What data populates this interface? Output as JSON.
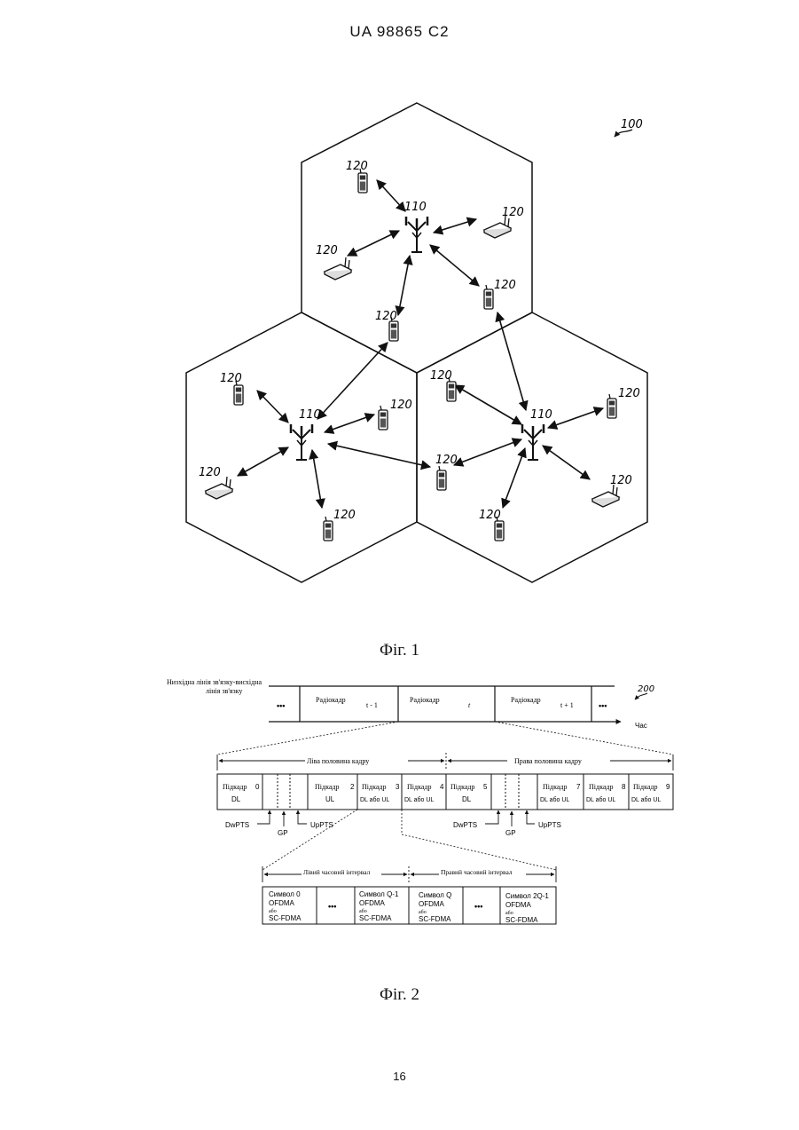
{
  "header": {
    "patent_id": "UA   98865   C2"
  },
  "figure1": {
    "caption": "Фіг. 1",
    "system_ref": "100",
    "base_station_ref": "110",
    "terminal_ref": "120"
  },
  "figure2": {
    "caption": "Фіг. 2",
    "ref": "200",
    "direction_label_line1": "Низхідна лінія зв'язку-висхідна",
    "direction_label_line2": "лінія зв'язку",
    "time_label": "Час",
    "ellipsis": "•••",
    "radio_frames": [
      {
        "label": "Радіокадр",
        "index": "t - 1"
      },
      {
        "label": "Радіокадр",
        "index": "t"
      },
      {
        "label": "Радіокадр",
        "index": "t + 1"
      }
    ],
    "left_half_label": "Ліва половина кадру",
    "right_half_label": "Права половина кадру",
    "subframes": [
      {
        "label": "Підкадр",
        "num": "0",
        "type": "DL"
      },
      {
        "label": "Підкадр",
        "num": "2",
        "type": "UL"
      },
      {
        "label": "Підкадр",
        "num": "3",
        "type": "DL або UL"
      },
      {
        "label": "Підкадр",
        "num": "4",
        "type": "DL або UL"
      },
      {
        "label": "Підкадр",
        "num": "5",
        "type": "DL"
      },
      {
        "label": "Підкадр",
        "num": "7",
        "type": "DL або UL"
      },
      {
        "label": "Підкадр",
        "num": "8",
        "type": "DL або UL"
      },
      {
        "label": "Підкадр",
        "num": "9",
        "type": "DL або UL"
      }
    ],
    "special_fields": {
      "dwpts": "DwPTS",
      "gp": "GP",
      "uppts": "UpPTS"
    },
    "left_slot_label": "Лівий часовий інтервал",
    "right_slot_label": "Правий часовий інтервал",
    "symbols": [
      {
        "name": "Символ 0",
        "line2": "OFDMA",
        "line3": "або",
        "line4": "SC-FDMA"
      },
      {
        "name": "Символ Q-1",
        "line2": "OFDMA",
        "line3": "або",
        "line4": "SC-FDMA"
      },
      {
        "name": "Символ Q",
        "line2": "OFDMA",
        "line3": "або",
        "line4": "SC-FDMA"
      },
      {
        "name": "Символ 2Q-1",
        "line2": "OFDMA",
        "line3": "або",
        "line4": "SC-FDMA"
      }
    ]
  },
  "page_number": "16"
}
